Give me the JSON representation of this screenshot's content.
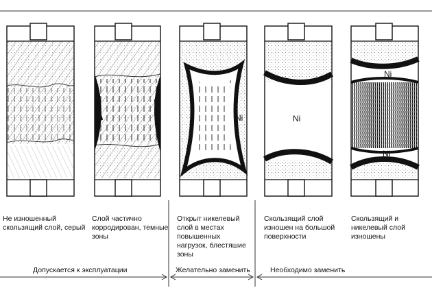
{
  "bearings": [
    {
      "caption": "Не изношенный скользящий слой, серый"
    },
    {
      "caption": "Слой частично корродирован, темные зоны"
    },
    {
      "caption": "Открыт никелевый слой в местах повышенных нагрузок, блестяшие зоны",
      "labels": [
        "Ni"
      ]
    },
    {
      "caption": "Скользящий слой изношен на большой поверхности",
      "labels": [
        "Ni"
      ]
    },
    {
      "caption": "Скользящий и никелевый слой изношены",
      "labels": [
        "Ni",
        "Ni"
      ]
    }
  ],
  "categories": [
    {
      "label": "Допускается к эксплуатации"
    },
    {
      "label": "Желательно заменить"
    },
    {
      "label": "Необходимо заменить"
    }
  ]
}
